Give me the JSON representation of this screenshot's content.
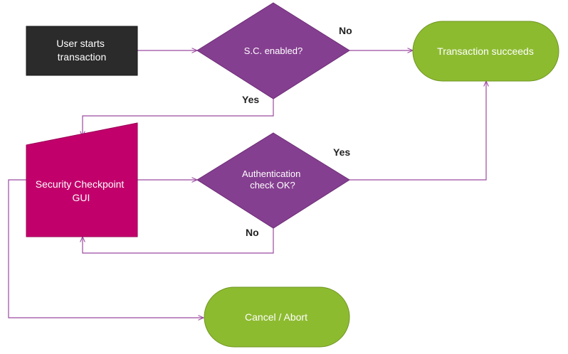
{
  "colors": {
    "start_fill": "#2b2b2b",
    "decision_fill": "#853f90",
    "decision_stroke": "#6e2d78",
    "gui_fill": "#c2006b",
    "gui_stroke": "#9a0055",
    "terminal_fill": "#8dbb30",
    "terminal_stroke": "#6f9620",
    "connector": "#9b4aa0"
  },
  "nodes": {
    "start": {
      "line1": "User starts",
      "line2": "transaction"
    },
    "decision_sc": {
      "label": "S.C. enabled?"
    },
    "success": {
      "label": "Transaction succeeds"
    },
    "gui": {
      "line1": "Security Checkpoint",
      "line2": "GUI"
    },
    "decision_auth": {
      "line1": "Authentication",
      "line2": "check OK?"
    },
    "cancel": {
      "label": "Cancel / Abort"
    }
  },
  "edge_labels": {
    "sc_no": "No",
    "sc_yes": "Yes",
    "auth_yes": "Yes",
    "auth_no": "No"
  }
}
